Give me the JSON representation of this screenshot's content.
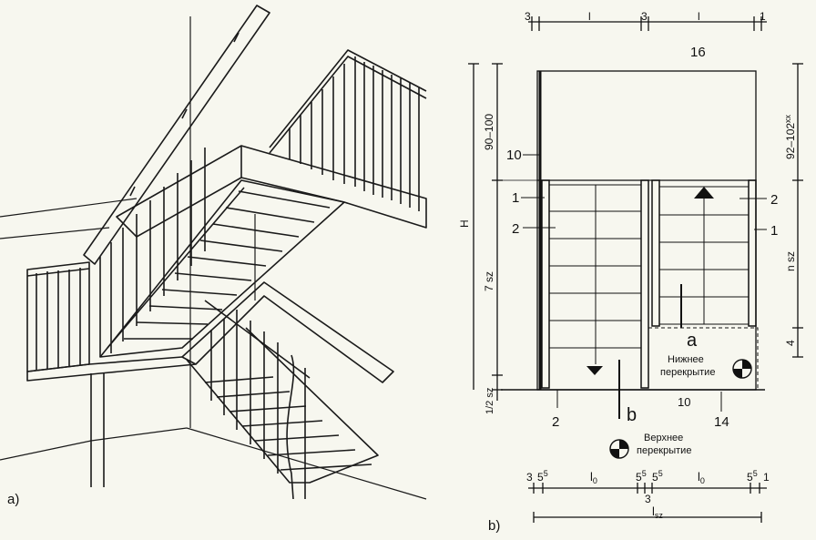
{
  "panel_a": {
    "label": "a)"
  },
  "panel_b": {
    "label": "b)",
    "top_dims": [
      "3",
      "l",
      "3",
      "l",
      "1"
    ],
    "marks": {
      "landing": "16",
      "wall_top": "10",
      "stringer_1_left": "1",
      "tread_2_left": "2",
      "stringer_1_right": "1",
      "tread_2_right": "2",
      "bottom_2": "2",
      "bottom_10": "10",
      "bottom_14": "14",
      "point_a": "a",
      "point_b": "b"
    },
    "left_dims": {
      "H": "H",
      "upper": "90–100",
      "middle": "7 sz",
      "lower": "1/2 sz"
    },
    "right_dims": {
      "upper": "92–102",
      "upper_sup": "xx",
      "middle": "n sz",
      "lower": "4"
    },
    "lower_floor": [
      "Нижнее",
      "перекрытие"
    ],
    "upper_floor": [
      "Верхнее",
      "перекрытие"
    ],
    "bottom_dims": {
      "d3a": "3",
      "d55a": "5",
      "lo1": "l",
      "lo1_sub": "0",
      "d55b": "5",
      "d55c": "5",
      "lo2": "l",
      "lo2_sub": "0",
      "d55d": "5",
      "d1": "1",
      "d3b": "3",
      "lsz": "l",
      "lsz_sub": "sz",
      "sup5": "5"
    }
  }
}
